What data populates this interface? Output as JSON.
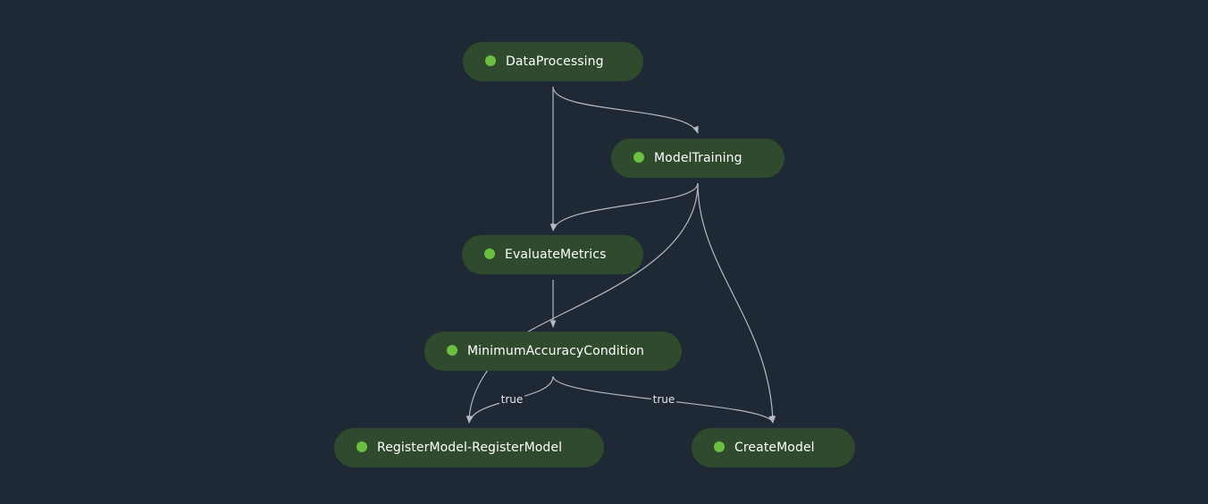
{
  "pipeline": {
    "colors": {
      "background": "#1f2835",
      "node_fill": "#304a2e",
      "status_succeeded": "#6cc041",
      "edge": "#b5b9c4",
      "text": "#ffffff"
    },
    "steps": [
      {
        "id": "DataProcessing",
        "label": "DataProcessing",
        "status_icon": "status-succeeded-dot"
      },
      {
        "id": "ModelTraining",
        "label": "ModelTraining",
        "status_icon": "status-succeeded-dot"
      },
      {
        "id": "EvaluateMetrics",
        "label": "EvaluateMetrics",
        "status_icon": "status-succeeded-dot"
      },
      {
        "id": "MinimumAccuracyCondition",
        "label": "MinimumAccuracyCondition",
        "status_icon": "status-succeeded-dot"
      },
      {
        "id": "RegisterModel",
        "label": "RegisterModel-RegisterModel",
        "status_icon": "status-succeeded-dot"
      },
      {
        "id": "CreateModel",
        "label": "CreateModel",
        "status_icon": "status-succeeded-dot"
      }
    ],
    "edges": [
      {
        "from": "DataProcessing",
        "to": "ModelTraining",
        "label": ""
      },
      {
        "from": "DataProcessing",
        "to": "EvaluateMetrics",
        "label": ""
      },
      {
        "from": "ModelTraining",
        "to": "EvaluateMetrics",
        "label": ""
      },
      {
        "from": "EvaluateMetrics",
        "to": "MinimumAccuracyCondition",
        "label": ""
      },
      {
        "from": "ModelTraining",
        "to": "RegisterModel",
        "label": ""
      },
      {
        "from": "ModelTraining",
        "to": "CreateModel",
        "label": ""
      },
      {
        "from": "MinimumAccuracyCondition",
        "to": "RegisterModel",
        "label": "true"
      },
      {
        "from": "MinimumAccuracyCondition",
        "to": "CreateModel",
        "label": "true"
      }
    ]
  }
}
